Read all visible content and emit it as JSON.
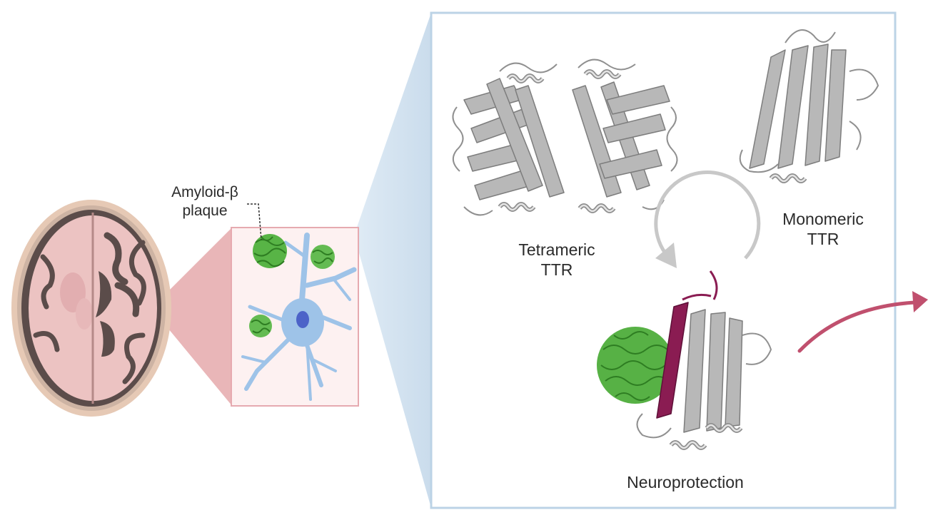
{
  "labels": {
    "amyloid_line1": "Amyloid-β",
    "amyloid_line2": "plaque",
    "tetrameric_line1": "Tetrameric",
    "tetrameric_line2": "TTR",
    "monomeric_line1": "Monomeric",
    "monomeric_line2": "TTR",
    "neuroprotection": "Neuroprotection"
  },
  "colors": {
    "brain_outer": "#e6c9b5",
    "brain_dark": "#5b4c4a",
    "brain_tissue": "#ecc3c2",
    "inset_border": "#e6aab0",
    "inset_fill": "#fdf1f1",
    "neuron": "#9ec3e8",
    "nucleus": "#4c63c8",
    "plaque": "#3f9b2e",
    "panel_border": "#bcd3e6",
    "protein": "#9c9c9c",
    "cycle_arrow": "#c8c8c8",
    "bound_strand": "#8a1c52",
    "exit_arrow": "#c0506e"
  }
}
